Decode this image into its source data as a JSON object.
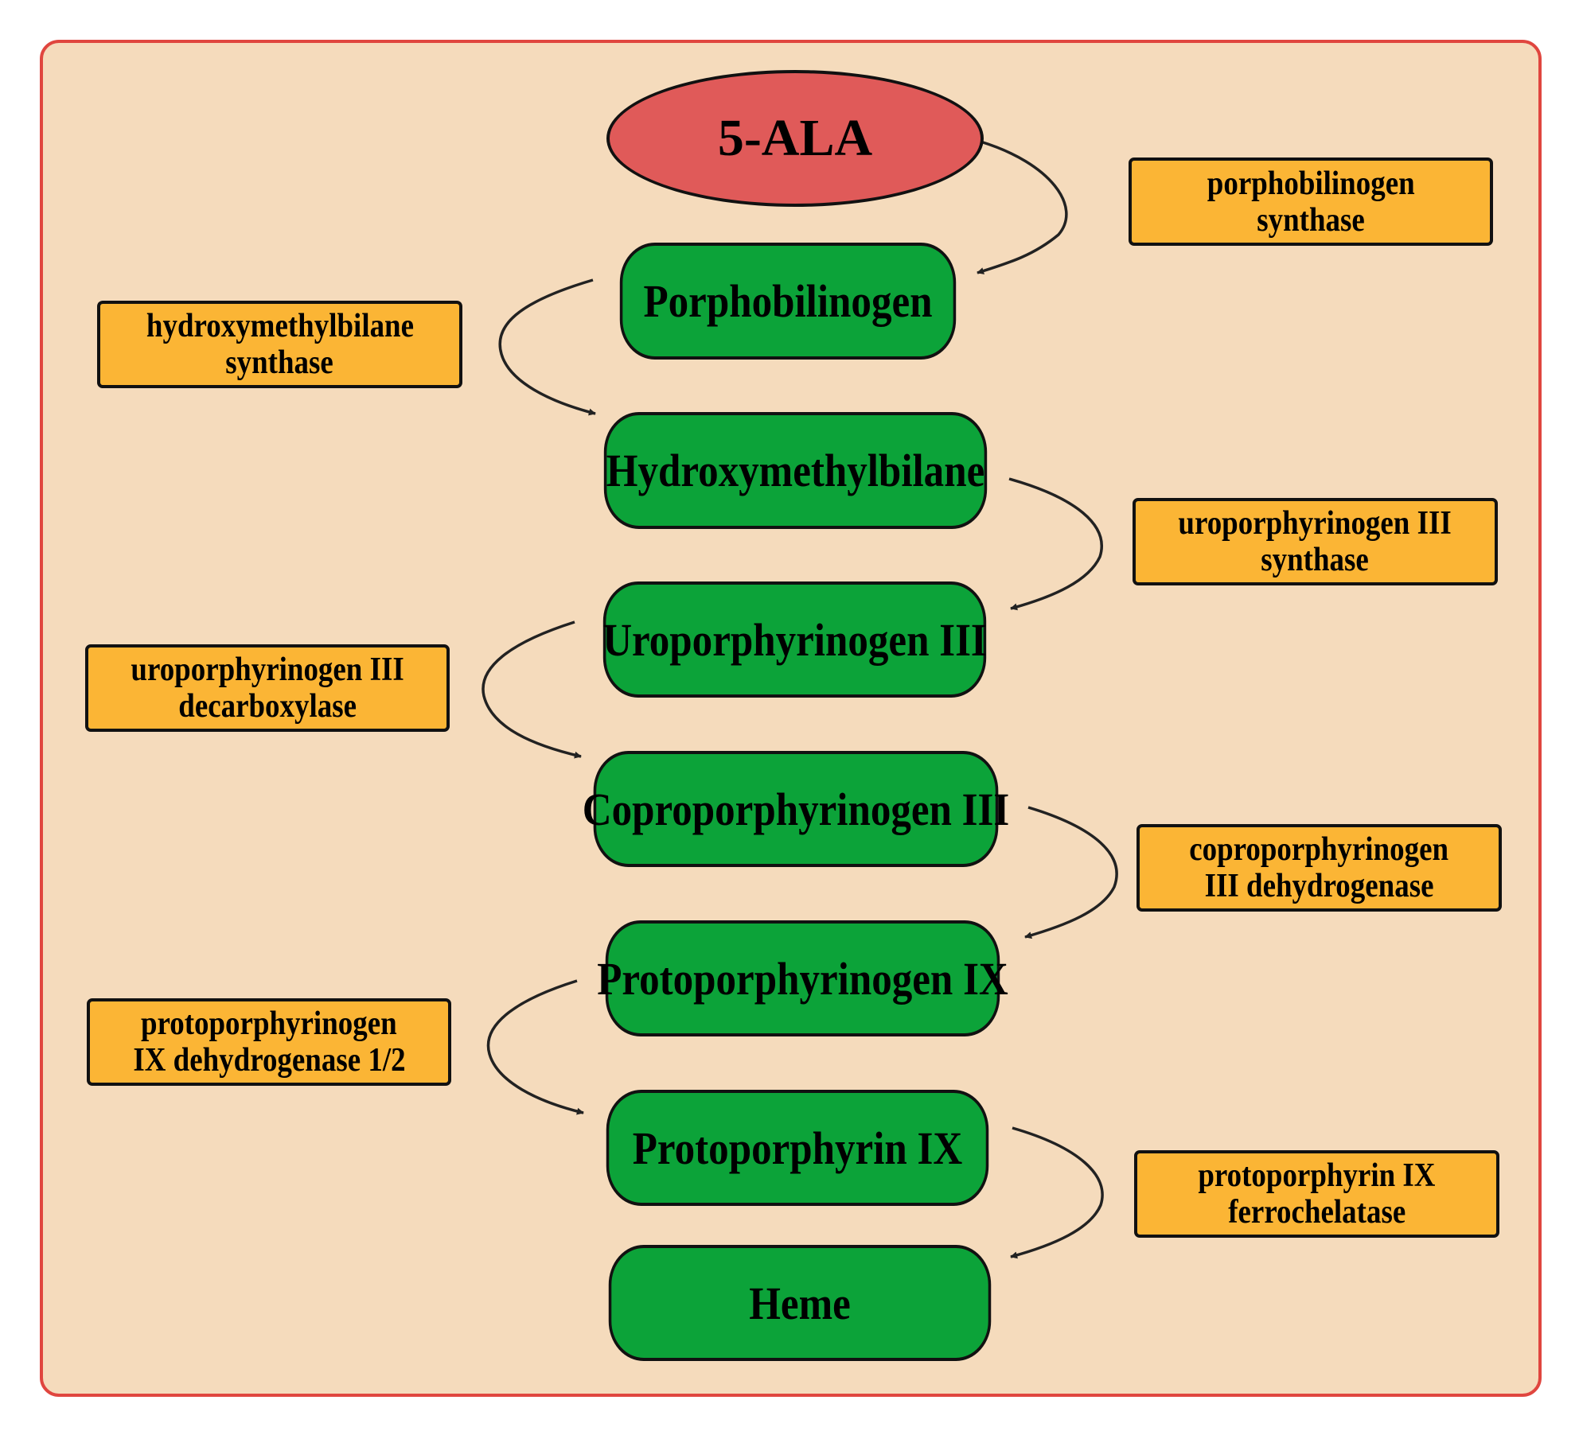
{
  "colors": {
    "panel_bg": "#f5dbbc",
    "panel_border": "#e0463f",
    "start_fill": "#e05a59",
    "metabolite_fill": "#0ca339",
    "enzyme_fill": "#fbb535"
  },
  "start": {
    "label": "5-ALA"
  },
  "metabolites": [
    {
      "label": "Porphobilinogen"
    },
    {
      "label": "Hydroxymethylbilane"
    },
    {
      "label": "Uroporphyrinogen III"
    },
    {
      "label": "Coproporphyrinogen III"
    },
    {
      "label": "Protoporphyrinogen IX"
    },
    {
      "label": "Protoporphyrin IX"
    },
    {
      "label": "Heme"
    }
  ],
  "enzymes": [
    {
      "line1": "porphobilinogen",
      "line2": "synthase"
    },
    {
      "line1": "hydroxymethylbilane",
      "line2": "synthase"
    },
    {
      "line1": "uroporphyrinogen III",
      "line2": "synthase"
    },
    {
      "line1": "uroporphyrinogen III",
      "line2": "decarboxylase"
    },
    {
      "line1": "coproporphyrinogen",
      "line2": "III dehydrogenase"
    },
    {
      "line1": "protoporphyrinogen",
      "line2": "IX dehydrogenase 1/2"
    },
    {
      "line1": "protoporphyrin IX",
      "line2": "ferrochelatase"
    }
  ]
}
